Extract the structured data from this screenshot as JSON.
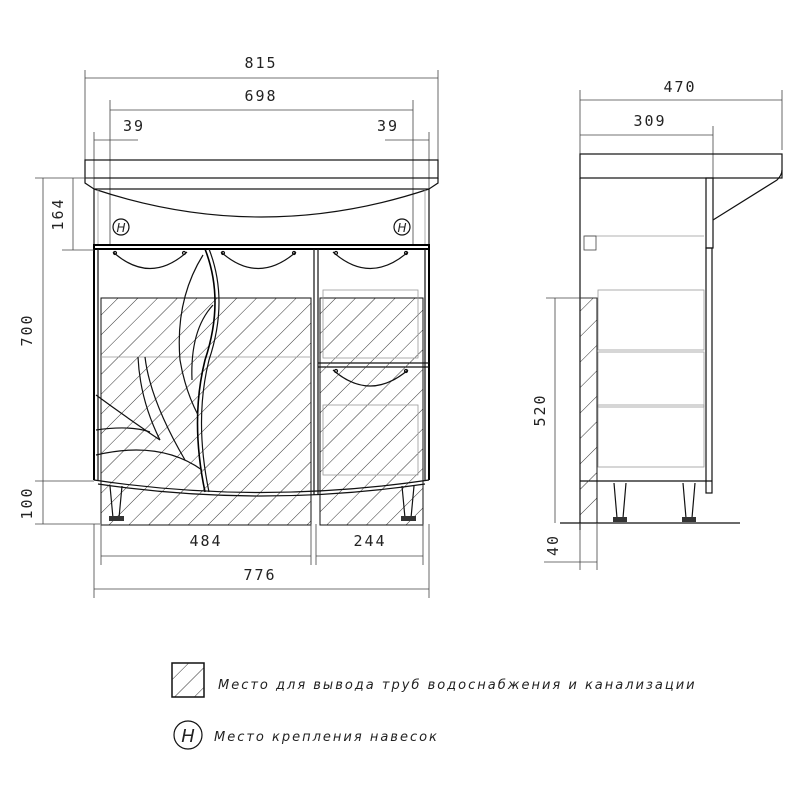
{
  "front_view": {
    "dimensions": {
      "overall_top_width": "815",
      "basin_width": "698",
      "left_offset": "39",
      "right_offset": "39",
      "basin_height": "164",
      "total_height": "700",
      "leg_height": "100",
      "left_section_width": "484",
      "right_section_width": "244",
      "body_width": "776"
    },
    "mount_marker_label": "H"
  },
  "side_view": {
    "dimensions": {
      "overall_depth": "470",
      "body_depth": "309",
      "pipe_zone_height": "520",
      "pipe_zone_depth": "40"
    }
  },
  "legend": {
    "items": [
      {
        "symbol": "hatched-square",
        "text": "Место для вывода труб водоснабжения и канализации"
      },
      {
        "symbol": "circle-H",
        "symbol_label": "H",
        "text": "Место крепления навесок"
      }
    ]
  },
  "colors": {
    "line": "#111111",
    "background": "#ffffff",
    "hatch": "#333333"
  }
}
